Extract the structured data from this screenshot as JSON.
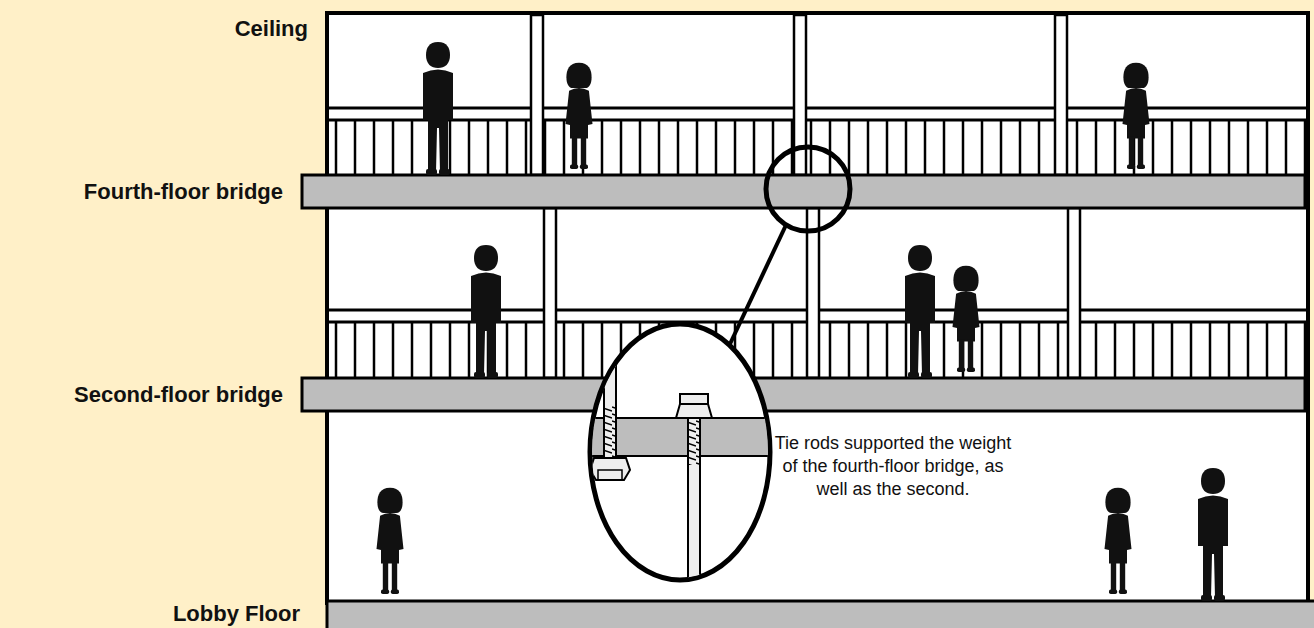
{
  "diagram": {
    "labels": [
      "Ceiling",
      "Fourth-floor bridge",
      "Second-floor bridge",
      "Lobby Floor",
      "Tie rods supported the weight of the fourth-floor bridge, as well as the second."
    ]
  }
}
